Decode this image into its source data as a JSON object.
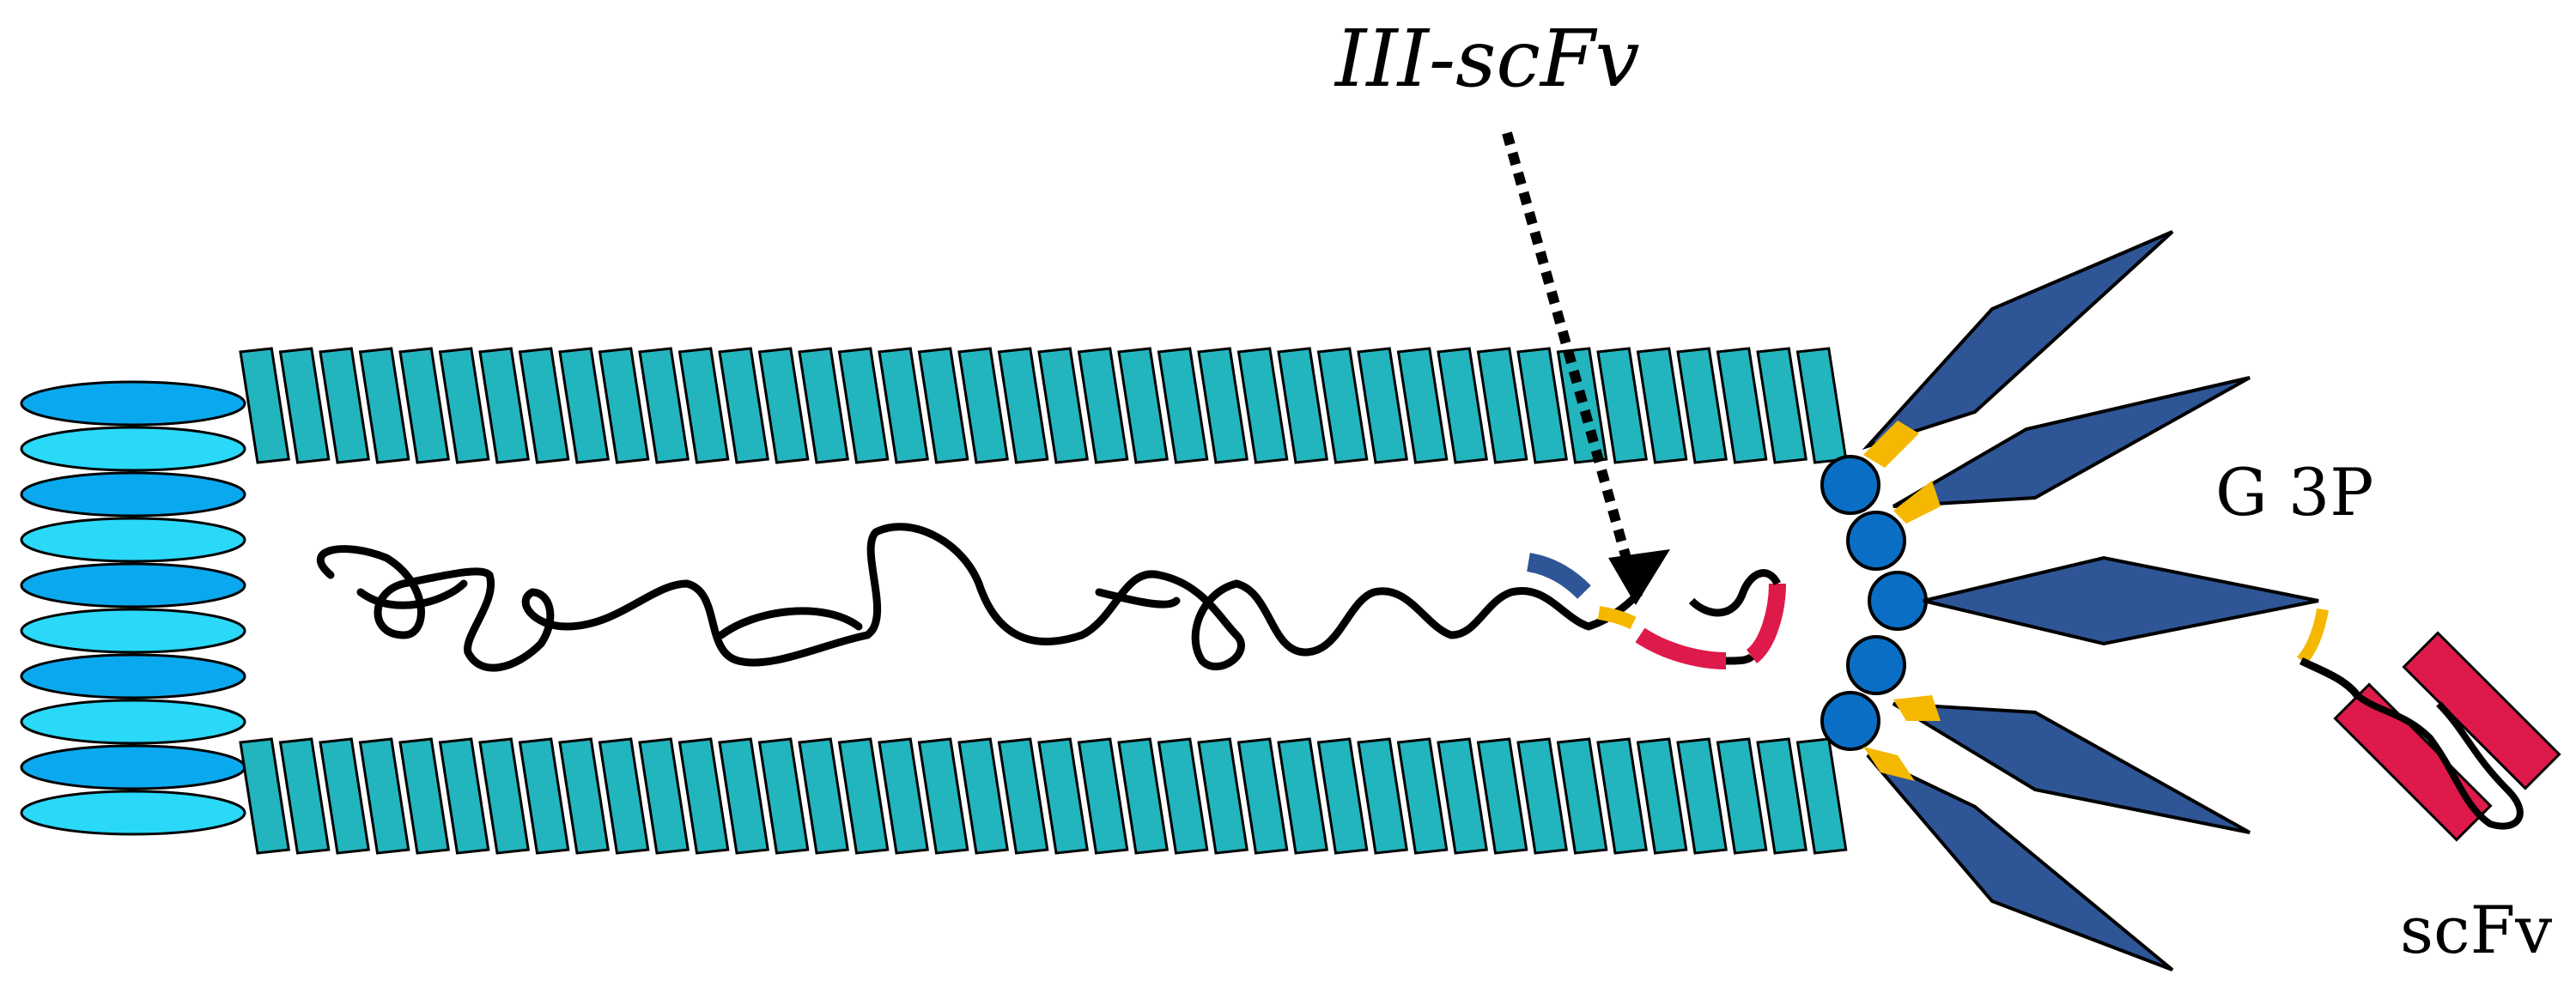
{
  "labels": {
    "construct": "III-scFv",
    "g3p": "G 3P",
    "scfv": "scFv"
  },
  "colors": {
    "coat_teal": "#22b5bd",
    "cap_blue_dark": "#0aa8ee",
    "cap_blue_light": "#2ad8f8",
    "g3p_navy": "#2e5596",
    "linker_yellow": "#f5b800",
    "scfv_red": "#de1a4a",
    "node_blue": "#0a6fc4",
    "outline": "#000000"
  },
  "icons": {
    "end_cap_disc": "flat-ellipse-disc",
    "coat_segment": "tilted-rectangle-segment",
    "g3p_node": "circle-node",
    "g3p_spike": "diamond-spike",
    "scfv_domain": "rounded-bar"
  }
}
